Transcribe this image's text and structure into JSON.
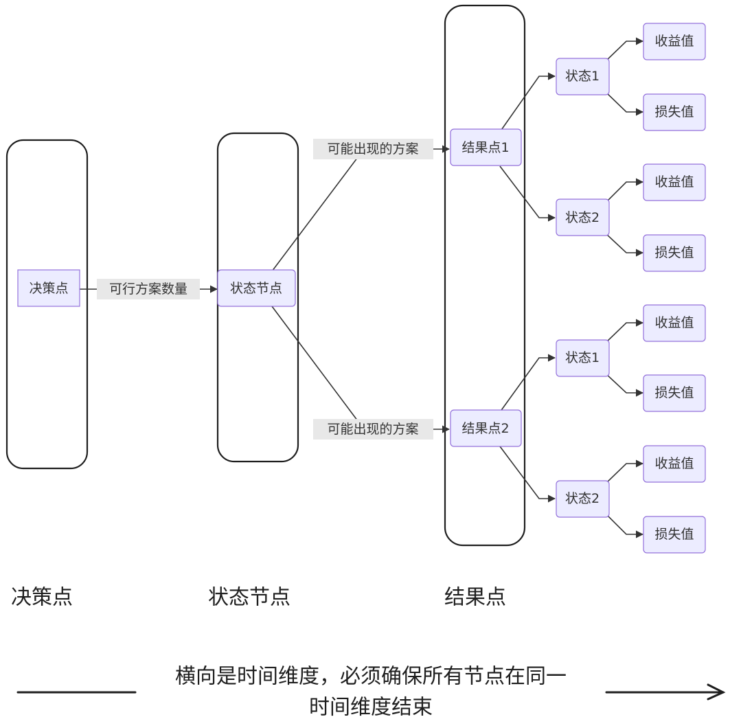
{
  "colors": {
    "node_fill": "#ececff",
    "node_stroke": "#9370db",
    "edge": "#333333",
    "label_bg": "#e8e8e8",
    "lane_stroke": "#1e1e1e"
  },
  "nodes": {
    "decision": "决策点",
    "state_node": "状态节点",
    "result1": "结果点1",
    "result2": "结果点2",
    "r1_state1": "状态1",
    "r1_state2": "状态2",
    "r2_state1": "状态1",
    "r2_state2": "状态2",
    "gain": "收益值",
    "loss": "损失值"
  },
  "edge_labels": {
    "feasible_count": "可行方案数量",
    "possible_plan_1": "可能出现的方案",
    "possible_plan_2": "可能出现的方案"
  },
  "lane_titles": {
    "decision": "决策点",
    "state": "状态节点",
    "result": "结果点"
  },
  "timeline": {
    "line1": "横向是时间维度，必须确保所有节点在同一",
    "line2": "时间维度结束"
  }
}
